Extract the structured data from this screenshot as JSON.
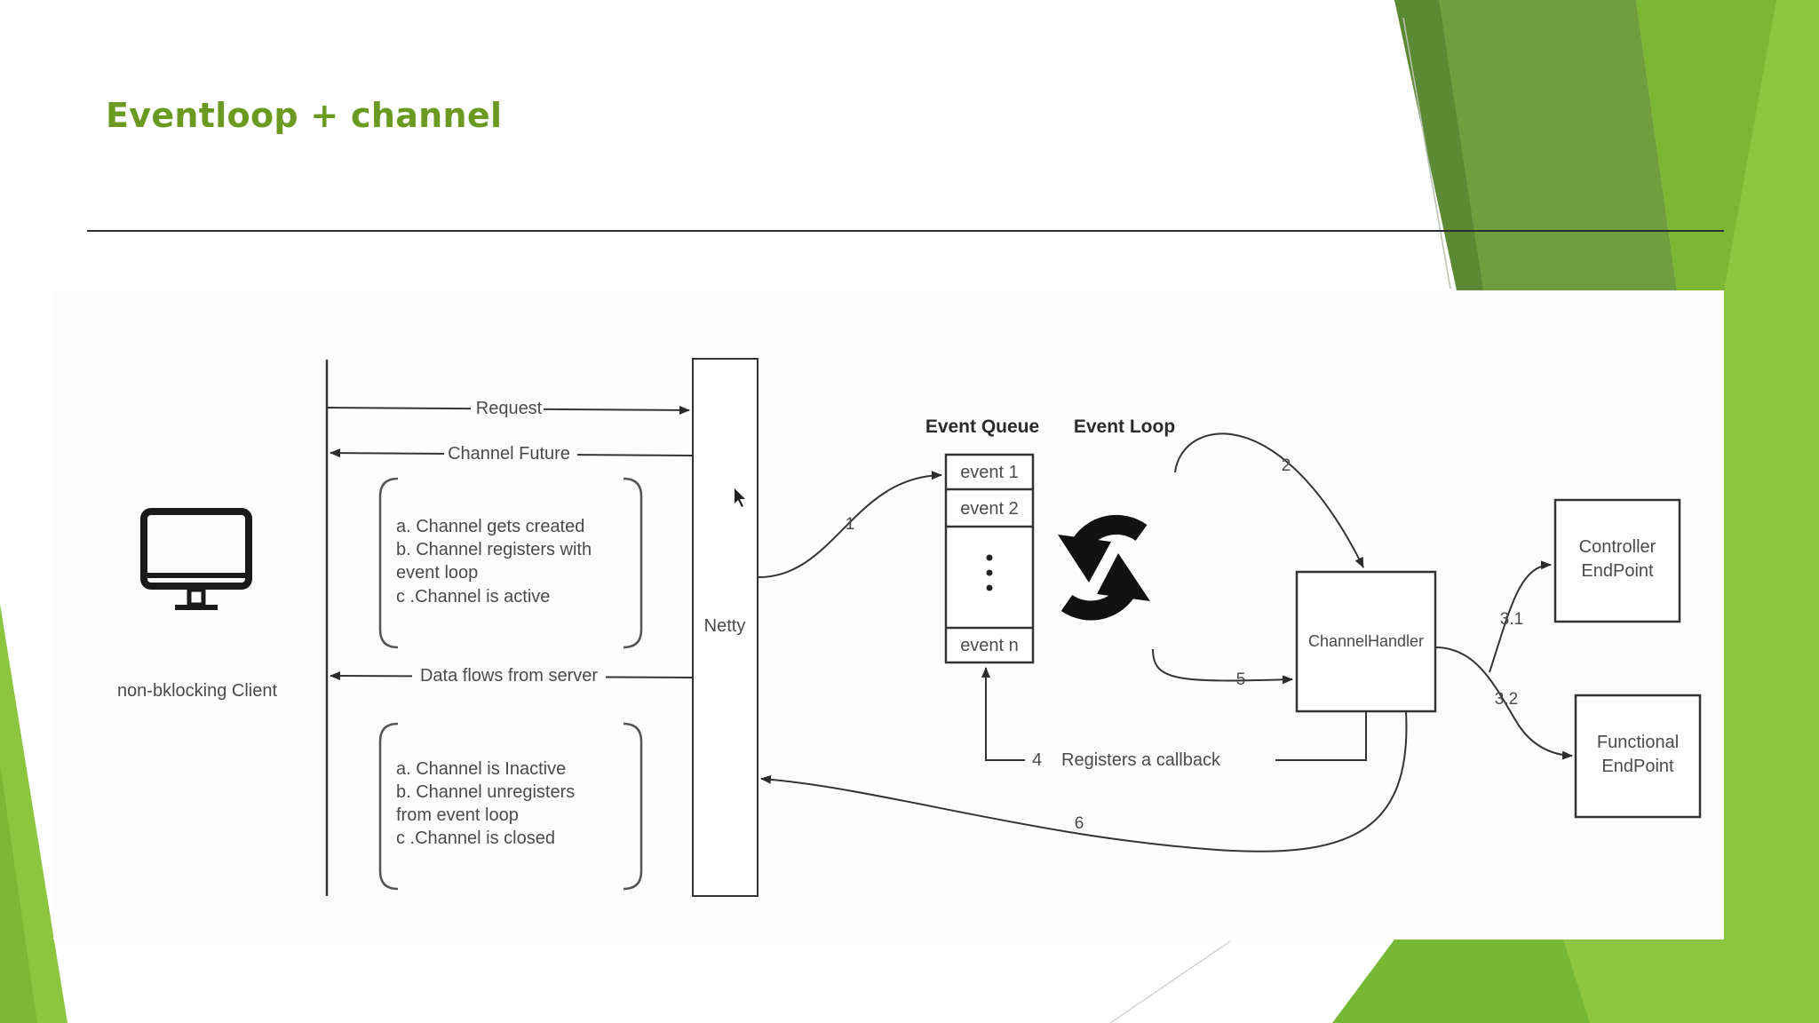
{
  "slide": {
    "title": "Eventloop + channel",
    "accent_color": "#6a9a1f",
    "theme_colors": [
      "#8dc63f",
      "#76b833",
      "#6ea23b",
      "#5f8f33"
    ]
  },
  "diagram": {
    "client": {
      "icon": "monitor-icon",
      "label": "non-bklocking Client"
    },
    "netty_label": "Netty",
    "messages": {
      "request": "Request",
      "channel_future": "Channel Future",
      "data_flows": "Data flows from server"
    },
    "lifecycle_top": [
      "a. Channel gets created",
      "b. Channel registers with",
      "event loop",
      "c .Channel is active"
    ],
    "lifecycle_bottom": [
      "a. Channel is Inactive",
      "b. Channel unregisters",
      "from event loop",
      "c .Channel is closed"
    ],
    "event_queue": {
      "title": "Event Queue",
      "items": [
        "event 1",
        "event 2",
        "event n"
      ]
    },
    "event_loop": {
      "title": "Event Loop",
      "icon": "refresh-cycle-icon"
    },
    "channel_handler": "ChannelHandler",
    "endpoints": {
      "controller": [
        "Controller",
        "EndPoint"
      ],
      "functional": [
        "Functional",
        "EndPoint"
      ]
    },
    "steps": {
      "s1": "1",
      "s2": "2",
      "s31": "3.1",
      "s32": "3.2",
      "s4": "4",
      "s5": "5",
      "s6": "6",
      "callback": "Registers a callback"
    }
  }
}
